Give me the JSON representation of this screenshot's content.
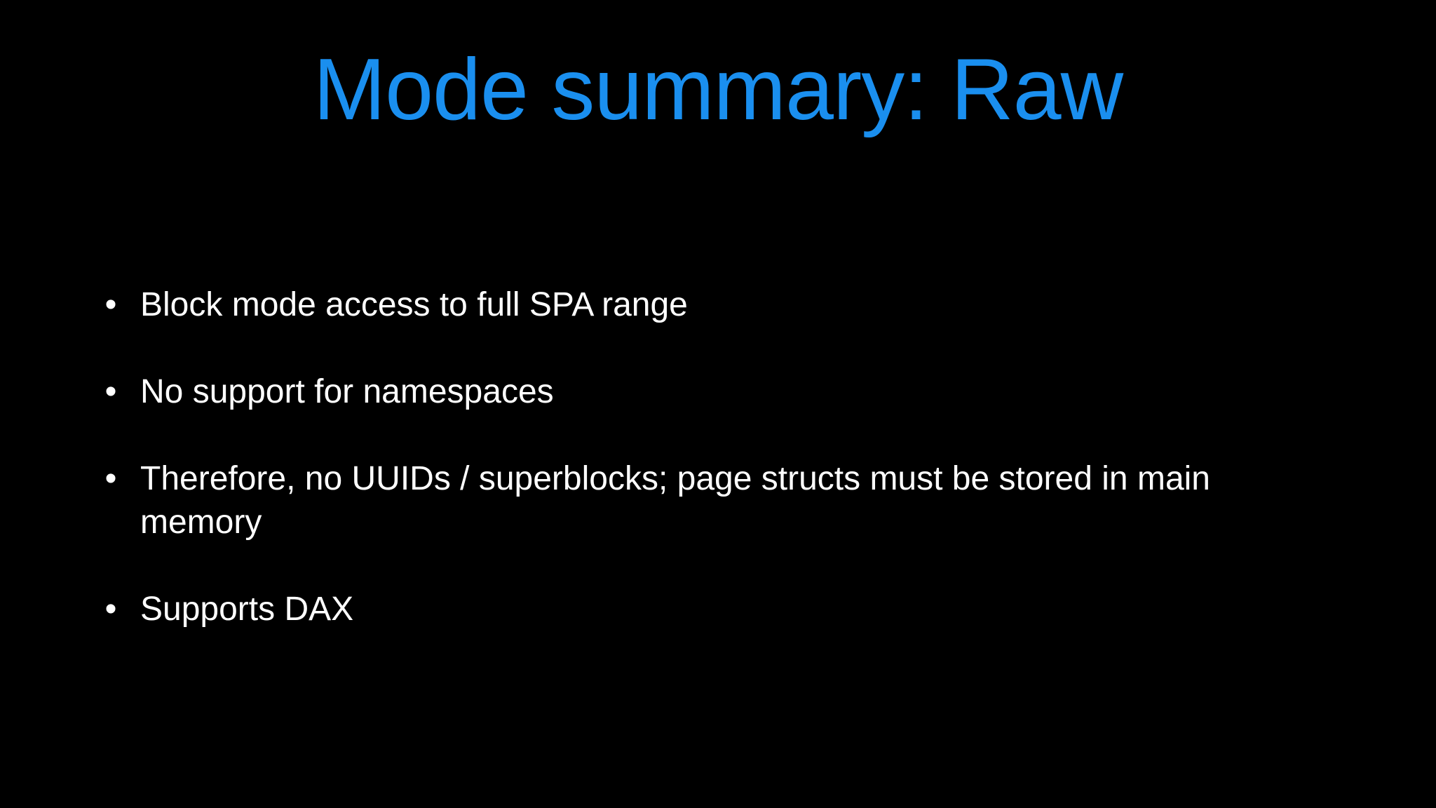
{
  "slide": {
    "title": "Mode summary: Raw",
    "title_color": "#1a8fef",
    "bullet_glyph": "•",
    "bullets": [
      "Block mode access to full SPA range",
      "No support for namespaces",
      "Therefore, no UUIDs / superblocks; page structs must be stored in main memory",
      "Supports DAX"
    ]
  }
}
